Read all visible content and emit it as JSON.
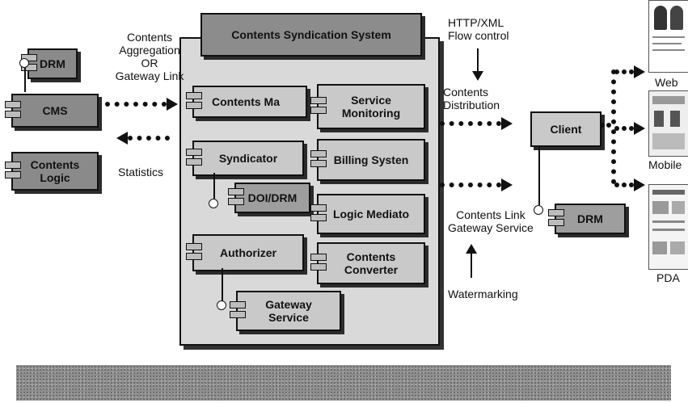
{
  "system": {
    "title": "Contents Syndication System"
  },
  "left_labels": {
    "aggregation": [
      "Contents",
      "Aggregation",
      "OR",
      "Gateway Link"
    ],
    "statistics": "Statistics"
  },
  "left_components": {
    "drm": "DRM",
    "cms": "CMS",
    "contents_logic": [
      "Contents",
      "Logic"
    ]
  },
  "inner_components": {
    "contents_manager": "Contents Ma",
    "service_monitoring": [
      "Service",
      "Monitoring"
    ],
    "syndicator": "Syndicator",
    "billing_system": "Billing Systen",
    "doi_drm": "DOI/DRM",
    "logic_mediator": "Logic Mediato",
    "authorizer": "Authorizer",
    "contents_converter": [
      "Contents",
      "Converter"
    ],
    "gateway_service": [
      "Gateway",
      "Service"
    ]
  },
  "right_labels": {
    "http_xml": [
      "HTTP/XML",
      "Flow control"
    ],
    "distribution": [
      "Contents",
      "Distribution"
    ],
    "contents_link": [
      "Contents Link",
      "Gateway Service"
    ],
    "watermarking": "Watermarking"
  },
  "right_components": {
    "client": "Client",
    "drm": "DRM"
  },
  "devices": {
    "web": "Web",
    "mobile": "Mobile",
    "pda": "PDA"
  },
  "colors": {
    "component_dark": "#8a8a8a",
    "component_light": "#c9c9c9",
    "system_panel": "#d9d9d9",
    "footer_band": "#8f8f8f"
  }
}
